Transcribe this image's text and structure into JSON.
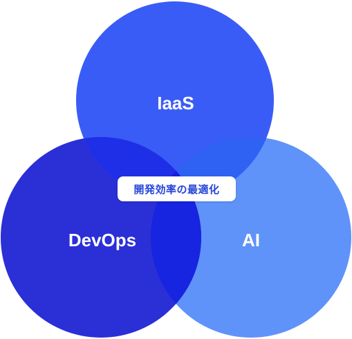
{
  "diagram": {
    "circles": [
      {
        "id": "iaas",
        "label": "IaaS",
        "color": "#3a5cf6"
      },
      {
        "id": "devops",
        "label": "DevOps",
        "color": "#2b2fd6"
      },
      {
        "id": "ai",
        "label": "AI",
        "color": "#5f93f9"
      }
    ],
    "overlap_colors": {
      "iaas_devops": "#1f2fe8",
      "iaas_ai": "#2f62f3",
      "devops_ai": "#1725e0",
      "center": "#1620dd"
    },
    "center_label": "開発効率の最適化"
  }
}
